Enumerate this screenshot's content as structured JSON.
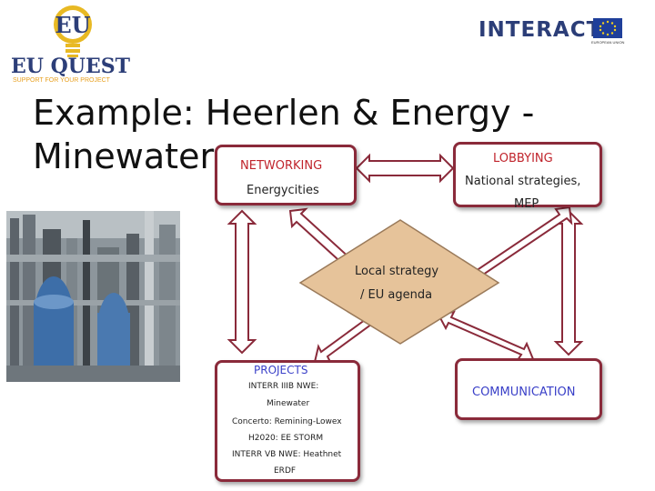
{
  "header": {
    "logo_eu_quest": {
      "name": "EU QUEST",
      "tagline": "SUPPORT FOR YOUR PROJECT"
    },
    "logo_interact": {
      "name": "INTERACT",
      "flag_caption": "EUROPEAN UNION"
    }
  },
  "slide": {
    "title_line1": "Example: Heerlen & Energy -",
    "title_line2": "Minewater"
  },
  "diagram": {
    "networking": {
      "heading": "NETWORKING",
      "body": "Energycities"
    },
    "lobbying": {
      "heading": "LOBBYING",
      "body_line1": "National strategies,",
      "body_line2": "MEP"
    },
    "center": {
      "line1": "Local strategy",
      "line2": "/ EU agenda"
    },
    "projects": {
      "heading": "PROJECTS",
      "items": [
        "INTERR IIIB NWE:",
        "Minewater",
        "Concerto: Remining-Lowex",
        "H2020: EE STORM",
        "INTERR VB NWE: Heathnet",
        "ERDF"
      ]
    },
    "communication": {
      "heading": "COMMUNICATION"
    }
  },
  "colors": {
    "box_border": "#8a2a3a",
    "heading_red": "#c0242c",
    "heading_blue": "#3a40c8",
    "diamond_fill": "#e6c39a",
    "arrow_fill": "#ffffff"
  }
}
